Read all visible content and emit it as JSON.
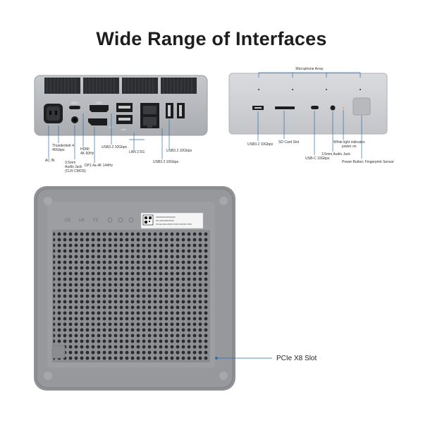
{
  "title": "Wide Range of Interfaces",
  "rear_panel": {
    "labels": {
      "ac_in": "AC IN",
      "thunderbolt": "Thunderbolt 4\n40Gbps",
      "audio": "3.5mm\nAudio Jack\n(CLR CMOS)",
      "hdmi": "HDMI\n4K 60Hz",
      "dp": "DP1.4a 4K 144Hz",
      "usb_a_1": "USB3.2 10Gbps",
      "lan": "LAN 2.5G",
      "usb_a_2": "USB3.2 10Gbps",
      "usb_a_3": "USB3.2 10Gbps"
    },
    "port_prints": {
      "usb_c": "USB-C",
      "hdmi": "HDMI",
      "dp": "DP",
      "lan": "LAN"
    }
  },
  "front_panel": {
    "labels": {
      "mic": "Microphone Array",
      "usb_a": "USB3.2 10Gbps",
      "sd": "SD Card Slot",
      "usb_c": "USB-C 10Gbps",
      "audio": "3.5mm Audio Jack",
      "light": "White light indicates\npower on",
      "power": "Power Button; Fingerprint Sensor"
    }
  },
  "bottom_panel": {
    "callout": "PCIe X8 Slot",
    "sticker_lines": [
      "XXXXXXXXXXXXXXXX",
      "SN: XXXXXXXXXXXX",
      "XX Intel Ultra XXXXX XXXX XXXXXX XXXX"
    ]
  },
  "colors": {
    "silver": "#c9cbce",
    "dark_grey": "#3a3b3e",
    "label_text": "#333333",
    "leader_line": "#2a6fb2"
  }
}
